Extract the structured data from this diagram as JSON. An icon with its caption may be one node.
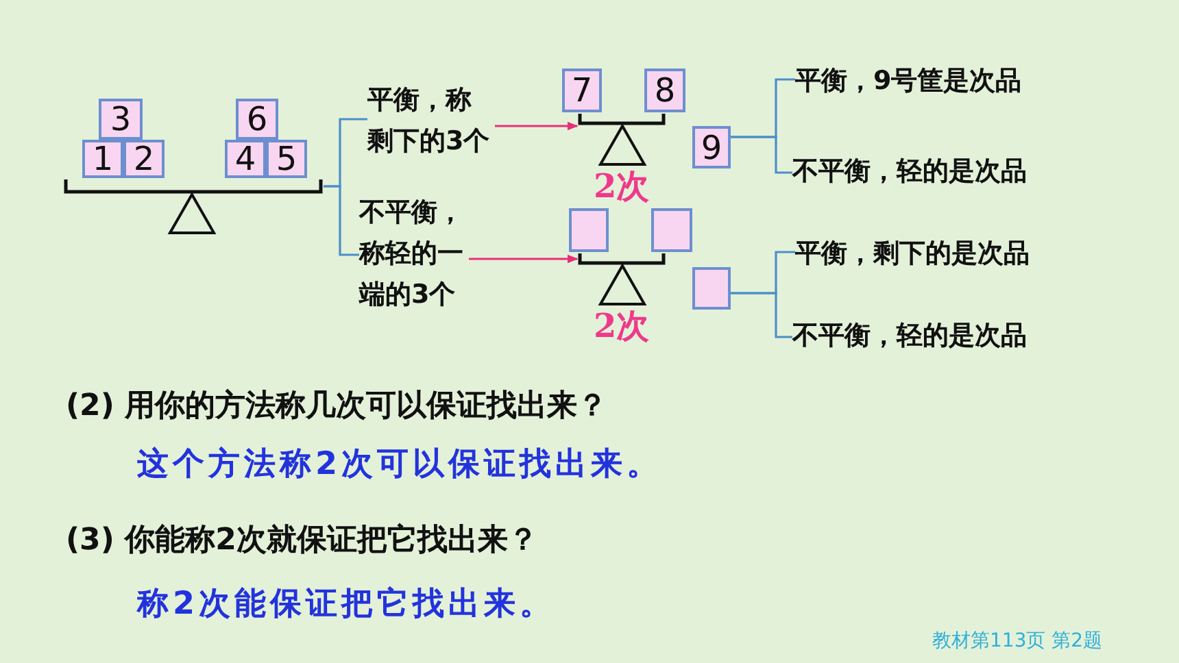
{
  "diagram": {
    "nodes": [
      {
        "text": [],
        "shape": "picture"
      },
      {
        "text": [
          "3"
        ]
      },
      {
        "text": [
          "6"
        ]
      },
      {
        "text": [
          "1"
        ]
      },
      {
        "text": [
          "2"
        ]
      },
      {
        "text": [
          "4"
        ]
      },
      {
        "text": [
          "5"
        ]
      },
      {
        "text": [
          "平衡，称剩下的3个"
        ]
      },
      {
        "text": [
          "不平衡，称轻的一端的3个"
        ]
      },
      {
        "text": [
          "7"
        ]
      },
      {
        "text": [
          "8"
        ]
      },
      {
        "text": [],
        "shape": "picture",
        "beside": [
          "2次"
        ]
      },
      {
        "text": [
          "9"
        ]
      },
      {
        "text": [],
        "shape": "box"
      },
      {
        "text": [],
        "shape": "box"
      },
      {
        "text": [],
        "shape": "picture",
        "beside": [
          "2次"
        ]
      },
      {
        "text": [],
        "shape": "box"
      },
      {
        "text": [
          "平衡，9号筐是次品"
        ]
      },
      {
        "text": [
          "不平衡，轻的是次品"
        ]
      },
      {
        "text": [
          "平衡，剩下的是次品"
        ]
      },
      {
        "text": [
          "不平衡，轻的是次品"
        ]
      }
    ],
    "edges": [
      {
        "from": 0,
        "to": 7,
        "arrow": "none"
      },
      {
        "from": 0,
        "to": 8,
        "arrow": "none"
      },
      {
        "from": 7,
        "to": 11,
        "arrow": "to",
        "color": "#e8307a"
      },
      {
        "from": 8,
        "to": 15,
        "arrow": "to",
        "color": "#e8307a"
      },
      {
        "from": 12,
        "to": 17,
        "arrow": "none"
      },
      {
        "from": 12,
        "to": 18,
        "arrow": "none"
      },
      {
        "from": 16,
        "to": 19,
        "arrow": "none"
      },
      {
        "from": 16,
        "to": 20,
        "arrow": "none"
      }
    ],
    "labels": [
      "(2) 用你的方法称几次可以保证找出来？",
      "这个方法称2次可以保证找出来。",
      "(3) 你能称2次就保证把它找出来？",
      "称2次能保证把它找出来。",
      "教材第113页 第2题"
    ]
  }
}
